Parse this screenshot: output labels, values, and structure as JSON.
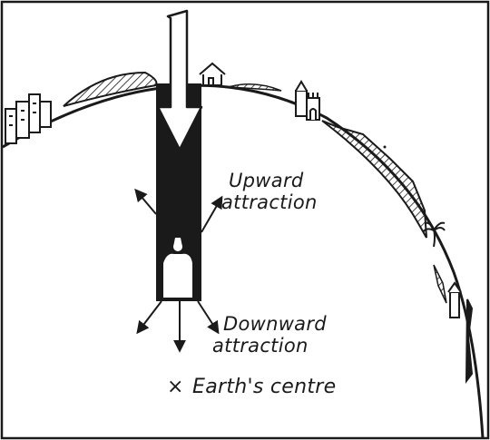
{
  "labels": {
    "upward_line1": "Upward",
    "upward_line2": "attraction",
    "downward_line1": "Downward",
    "downward_line2": "attraction",
    "centre_mark": "×",
    "centre_text": "Earth's centre"
  },
  "icons": [
    "down-arrow-icon",
    "house-icon",
    "city-buildings-icon",
    "castle-icon",
    "palm-tree-icon",
    "lighthouse-icon",
    "person-figure-icon"
  ],
  "colors": {
    "ink": "#1a1a1a",
    "background": "#ffffff"
  }
}
